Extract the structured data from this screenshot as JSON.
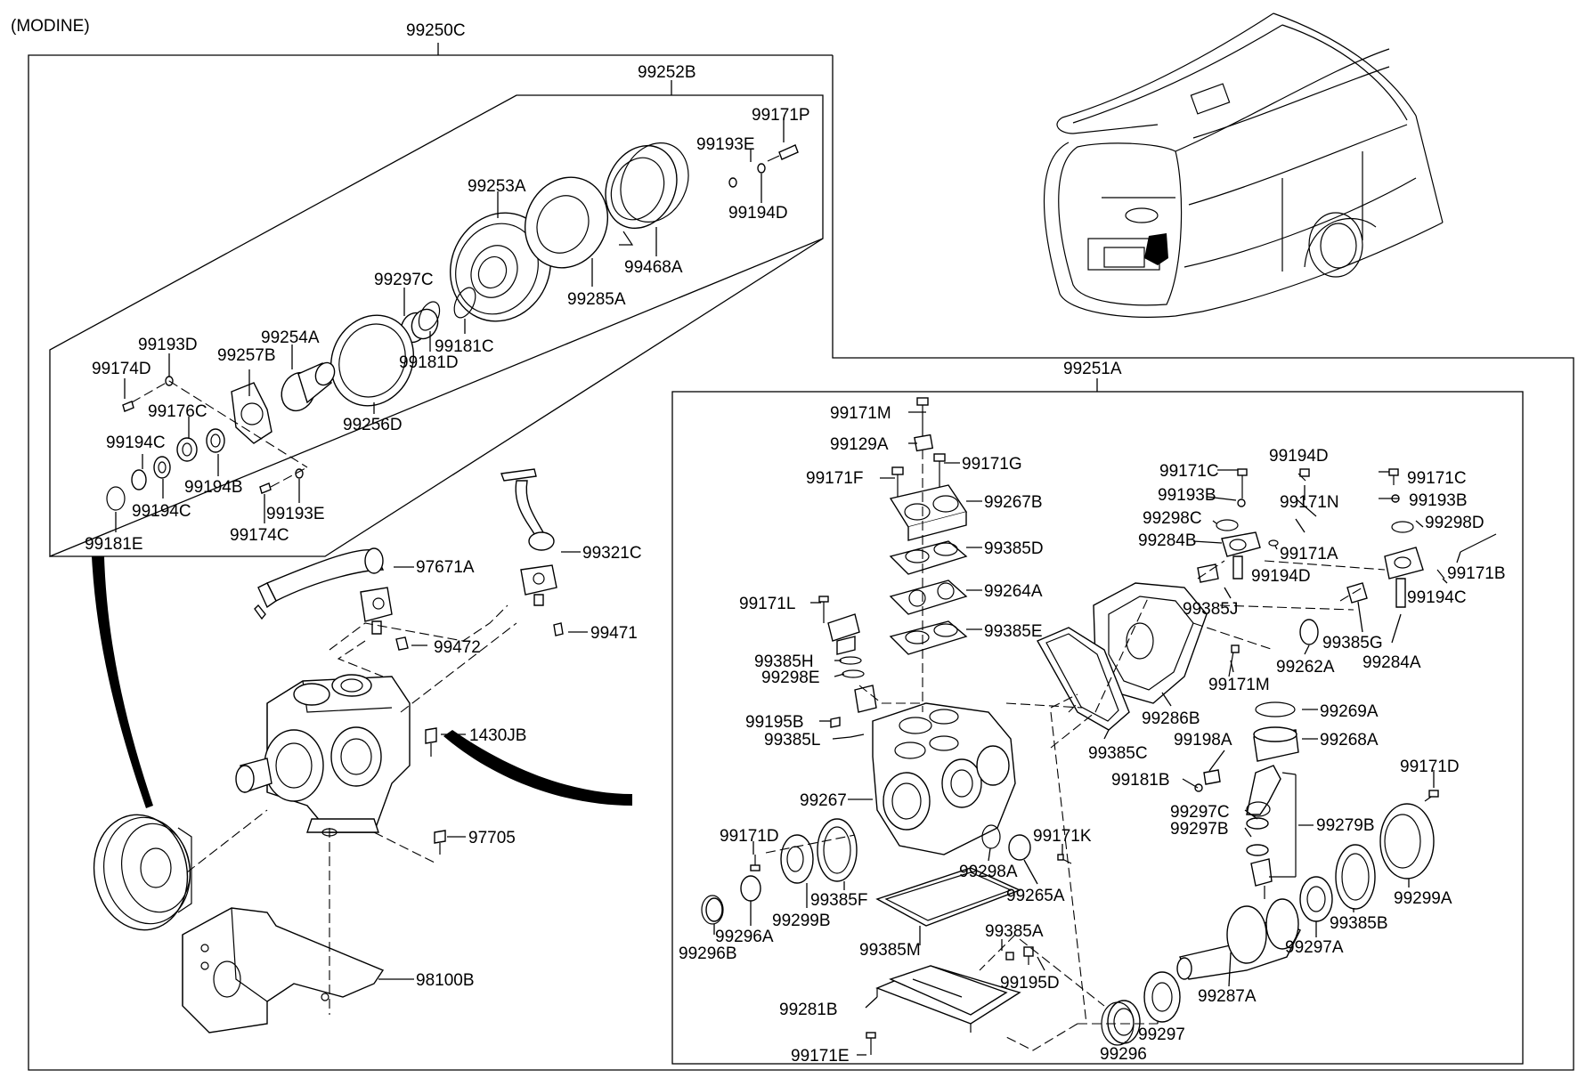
{
  "header": {
    "variant": "(MODINE)"
  },
  "box_labels": {
    "assembly": "99250C",
    "clutch": "99252B",
    "compressor": "99251A"
  },
  "part_labels": [
    "99171P",
    "99193E",
    "99194D",
    "99253A",
    "99468A",
    "99285A",
    "99297C",
    "99181C",
    "99181D",
    "99254A",
    "99256D",
    "99193D",
    "99257B",
    "99174D",
    "99176C",
    "99194C",
    "99194B",
    "99194C",
    "99193E",
    "99174C",
    "99181E",
    "97671A",
    "99321C",
    "99472",
    "99471",
    "1430JB",
    "97705",
    "98100B",
    "99171M",
    "99129A",
    "99171G",
    "99171F",
    "99267B",
    "99385D",
    "99264A",
    "99385E",
    "99171L",
    "99385H",
    "99298E",
    "99195B",
    "99385L",
    "99267",
    "99171D",
    "99385F",
    "99296B",
    "99296A",
    "99299B",
    "99298A",
    "99171K",
    "99265A",
    "99385M",
    "99385A",
    "99195D",
    "99281B",
    "99171E",
    "99171C",
    "99194D",
    "99193B",
    "99171N",
    "99298C",
    "99284B",
    "99171A",
    "99194D",
    "99385J",
    "99171C",
    "99193B",
    "99298D",
    "99171B",
    "99194C",
    "99385G",
    "99262A",
    "99284A",
    "99171M",
    "99286B",
    "99385C",
    "99269A",
    "99198A",
    "99268A",
    "99181B",
    "99171D",
    "99297C",
    "99297B",
    "99279B",
    "99299A",
    "99385B",
    "99297A",
    "99287A",
    "99297",
    "99296"
  ]
}
